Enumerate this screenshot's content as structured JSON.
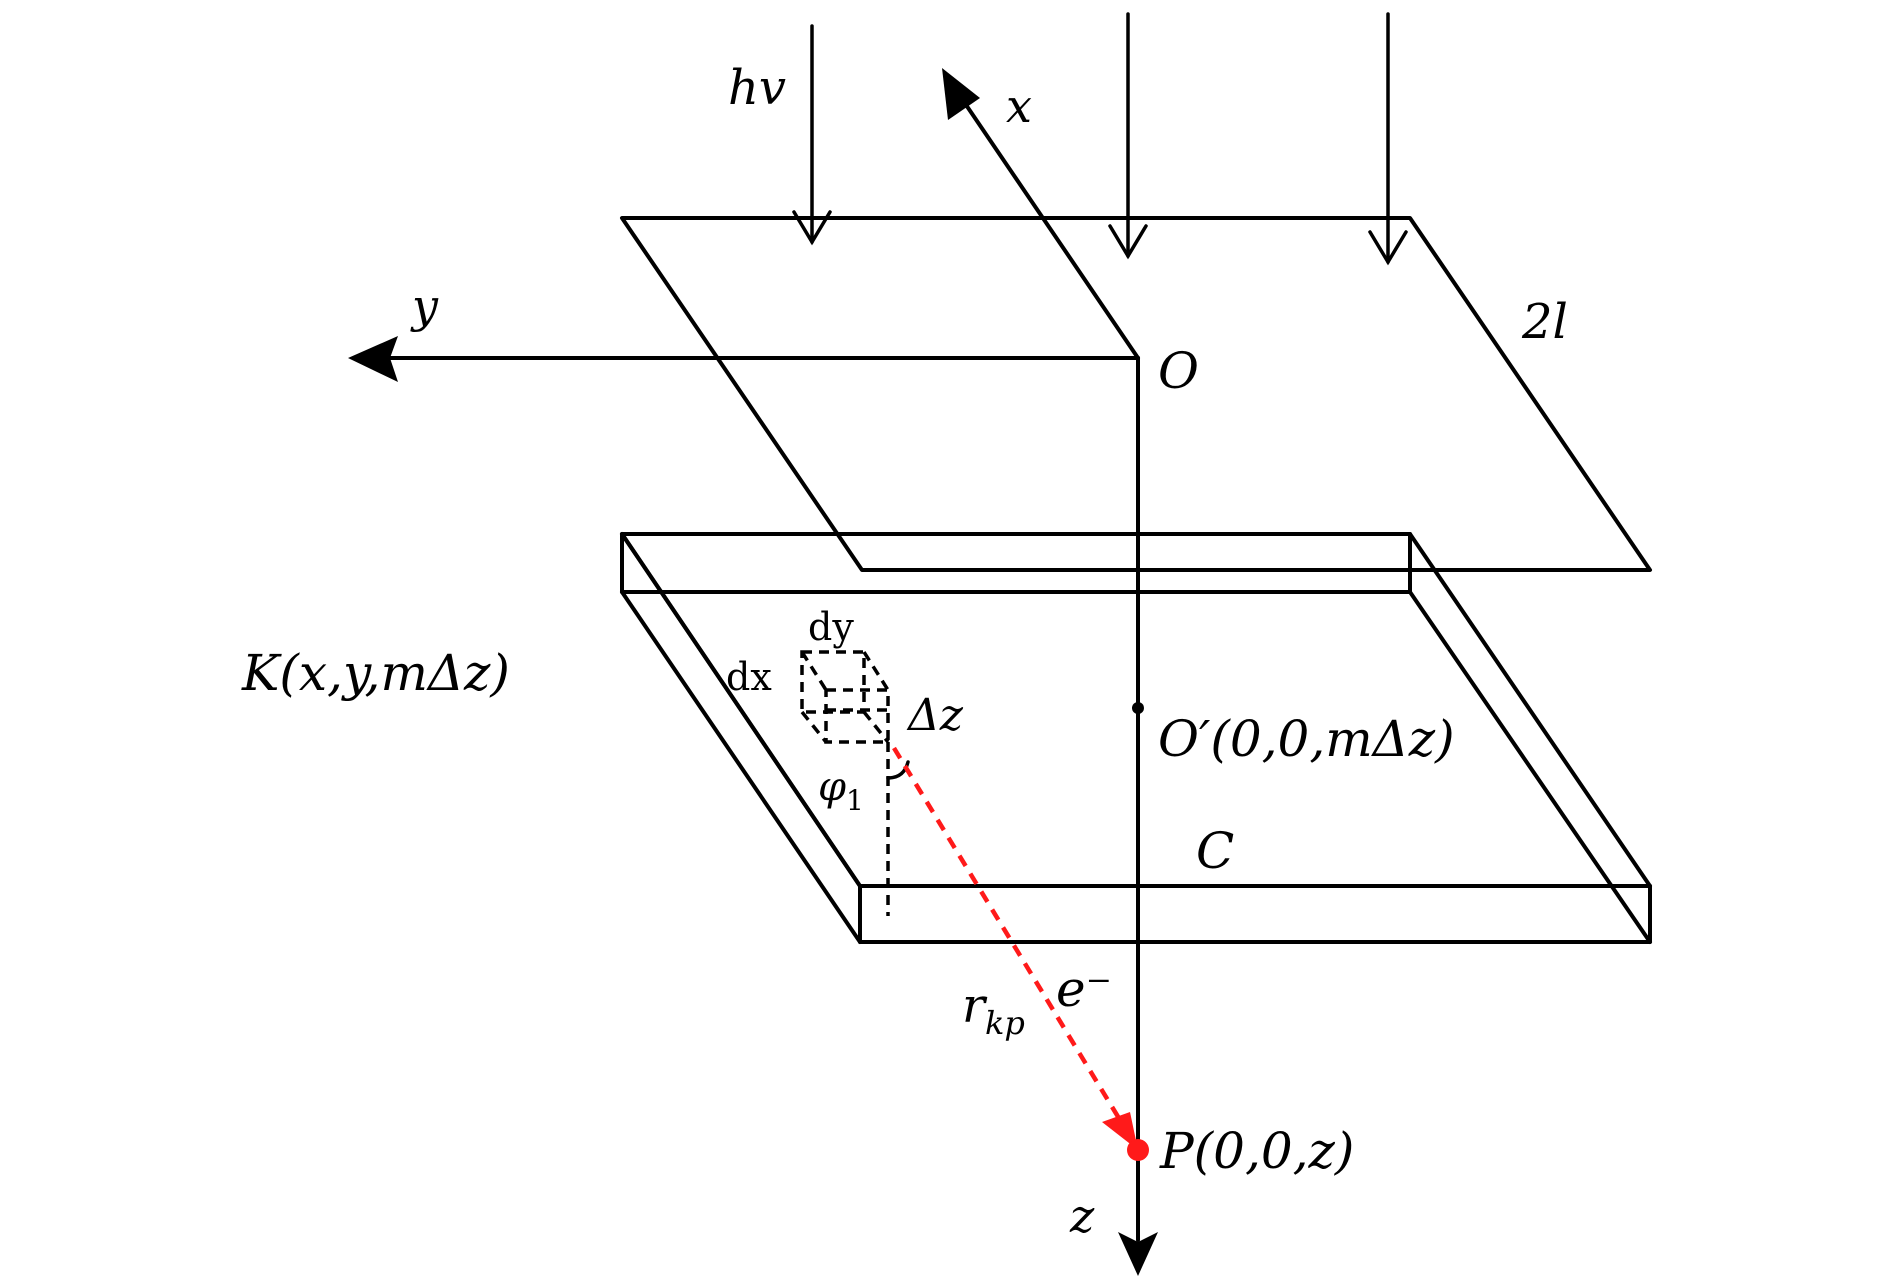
{
  "labels": {
    "photon": "hv",
    "x_axis": "x",
    "y_axis": "y",
    "z_axis": "z",
    "origin": "O",
    "width": "2l",
    "point_k": "K(x,y,mΔz)",
    "dy": "dy",
    "dx": "dx",
    "dz": "Δz",
    "phi": "φ",
    "phi_sub": "1",
    "origin_prime": "O′(0,0,mΔz)",
    "layer": "C",
    "electron": "e⁻",
    "r": "r",
    "r_sub": "kp",
    "point_p": "P(0,0,z)"
  },
  "colors": {
    "line": "#000000",
    "electron_path": "#ff1a1a",
    "point_p": "#ff1a1a"
  }
}
